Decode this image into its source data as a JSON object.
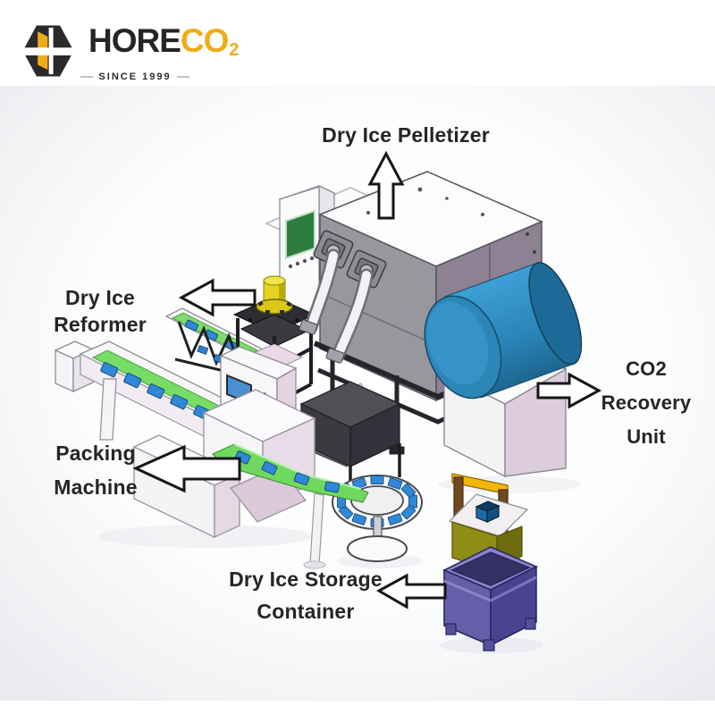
{
  "logo": {
    "brand_dark": "HORE",
    "brand_accent": "CO",
    "brand_subscript": "2",
    "tagline": "SINCE 1999"
  },
  "labels": {
    "pelletizer": {
      "line1": "Dry Ice Pelletizer"
    },
    "reformer": {
      "line1": "Dry Ice Reformer"
    },
    "recovery": {
      "line1": "CO2 Recovery",
      "line2": "Unit"
    },
    "packing": {
      "line1": "Packing",
      "line2": "Machine"
    },
    "storage": {
      "line1": "Dry Ice Storage",
      "line2": "Container"
    }
  },
  "colors": {
    "logo_dark": "#2d2a2b",
    "logo_yellow": "#f0ad18",
    "label_text": "#252525",
    "arrow_outline": "#161616",
    "pelletizer_gray": "#98979d",
    "pelletizer_mauve": "#8d8193",
    "window_green": "#2e7d3f",
    "belt_green": "#77dd66",
    "pack_blue": "#2f88d8",
    "tank_blue": "#2c86b8",
    "cylinder_yellow": "#e5d41e",
    "panel_pink": "#e6d4e2",
    "bin_purple": "#6059a8",
    "bench_olive": "#8f8d15",
    "handle_yellow": "#f3b70a"
  }
}
